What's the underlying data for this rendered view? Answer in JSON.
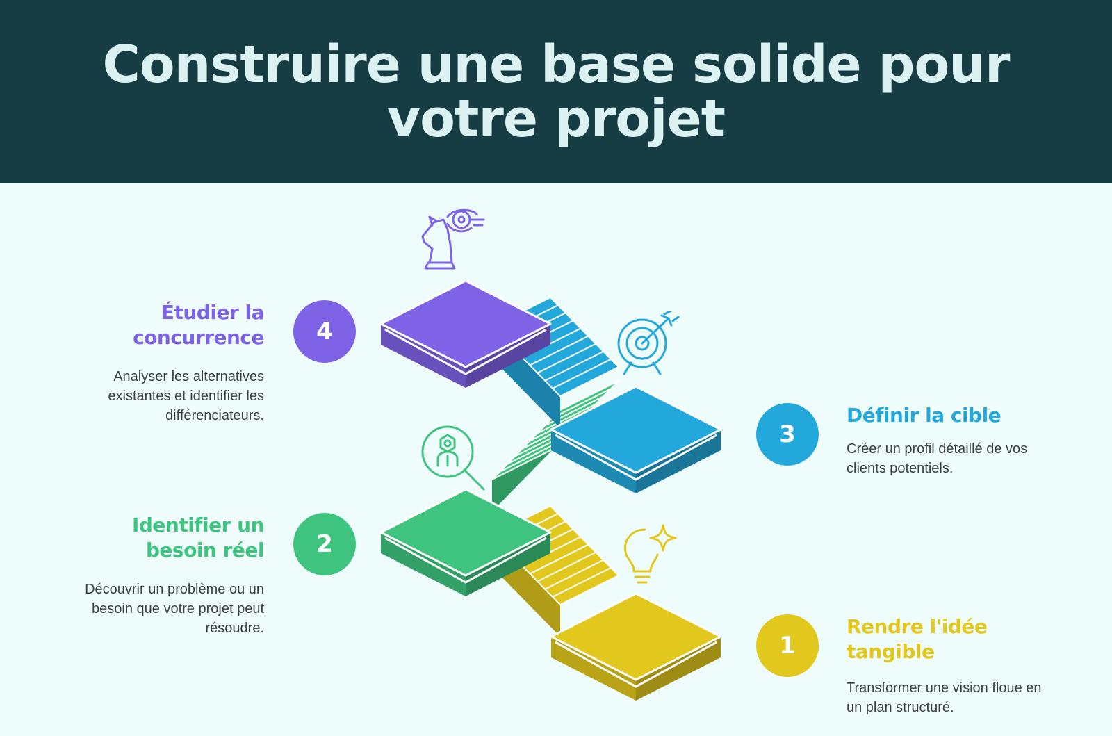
{
  "title": "Construire une base solide pour votre projet",
  "colors": {
    "header_bg": "#173d44",
    "page_bg": "#eefcfc",
    "step1": "#e2c81c",
    "step2": "#3ec47e",
    "step3": "#23a8db",
    "step4": "#7f63e6"
  },
  "steps": [
    {
      "number": "1",
      "title": "Rendre l'idée tangible",
      "description": "Transformer une vision floue en un plan structuré.",
      "icon": "lightbulb-sparkle-icon"
    },
    {
      "number": "2",
      "title": "Identifier un besoin réel",
      "description": "Découvrir un problème ou un besoin que votre projet peut résoudre.",
      "icon": "magnifier-user-icon"
    },
    {
      "number": "3",
      "title": "Définir la cible",
      "description": "Créer un profil détaillé de vos clients potentiels.",
      "icon": "target-arrow-icon"
    },
    {
      "number": "4",
      "title": "Étudier la concurrence",
      "description": "Analyser les alternatives existantes et identifier les différenciateurs.",
      "icon": "chess-knight-eye-icon"
    }
  ]
}
